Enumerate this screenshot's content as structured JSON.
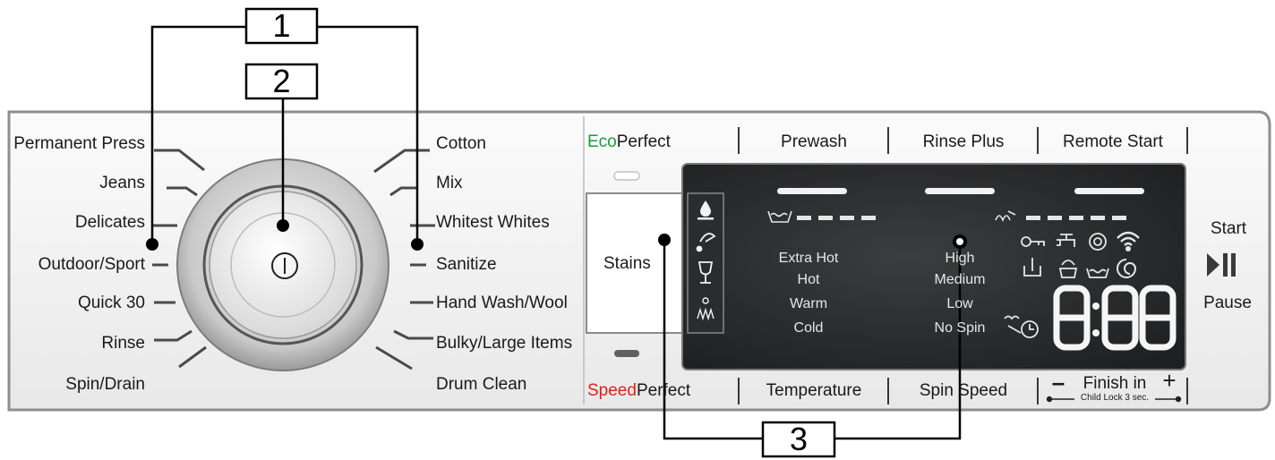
{
  "callouts": [
    "1",
    "2",
    "3"
  ],
  "programs_left": [
    "Permanent Press",
    "Jeans",
    "Delicates",
    "Outdoor/Sport",
    "Quick 30",
    "Rinse",
    "Spin/Drain"
  ],
  "programs_right": [
    "Cotton",
    "Mix",
    "Whitest Whites",
    "Sanitize",
    "Hand Wash/Wool",
    "Bulky/Large Items",
    "Drum Clean"
  ],
  "buttons_top": {
    "eco_prefix": "Eco",
    "eco_suffix": "Perfect",
    "prewash": "Prewash",
    "rinse_plus": "Rinse Plus",
    "remote_start": "Remote Start"
  },
  "buttons_bottom": {
    "speed_prefix": "Speed",
    "speed_suffix": "Perfect",
    "temperature": "Temperature",
    "spin_speed": "Spin Speed",
    "finish_minus": "–",
    "finish_label": "Finish in",
    "finish_plus": "+",
    "child_lock": "Child Lock 3 sec."
  },
  "stains_label": "Stains",
  "start": {
    "top": "Start",
    "bottom": "Pause"
  },
  "display": {
    "temperatures": [
      "Extra Hot",
      "Hot",
      "Warm",
      "Cold"
    ],
    "spin_speeds": [
      "High",
      "Medium",
      "Low",
      "No Spin"
    ],
    "time": "8:88"
  },
  "icons": {
    "stain_icons": [
      "water-drop-icon",
      "grass-stain-icon",
      "wine-glass-icon",
      "flower-pollen-icon"
    ],
    "status_icons": [
      "wash-basin-icon",
      "dry-icon",
      "key-lock-icon",
      "faucet-icon",
      "drum-icon",
      "wifi-icon",
      "basin-arrow-icon",
      "clean-basket-icon",
      "rinse-icon",
      "spin-icon",
      "delay-start-icon"
    ]
  },
  "colors": {
    "eco_green": "#1a9f3a",
    "speed_red": "#e0201b",
    "display_bg": "#2b2c2d",
    "panel_bg": "#f1f1f1"
  }
}
